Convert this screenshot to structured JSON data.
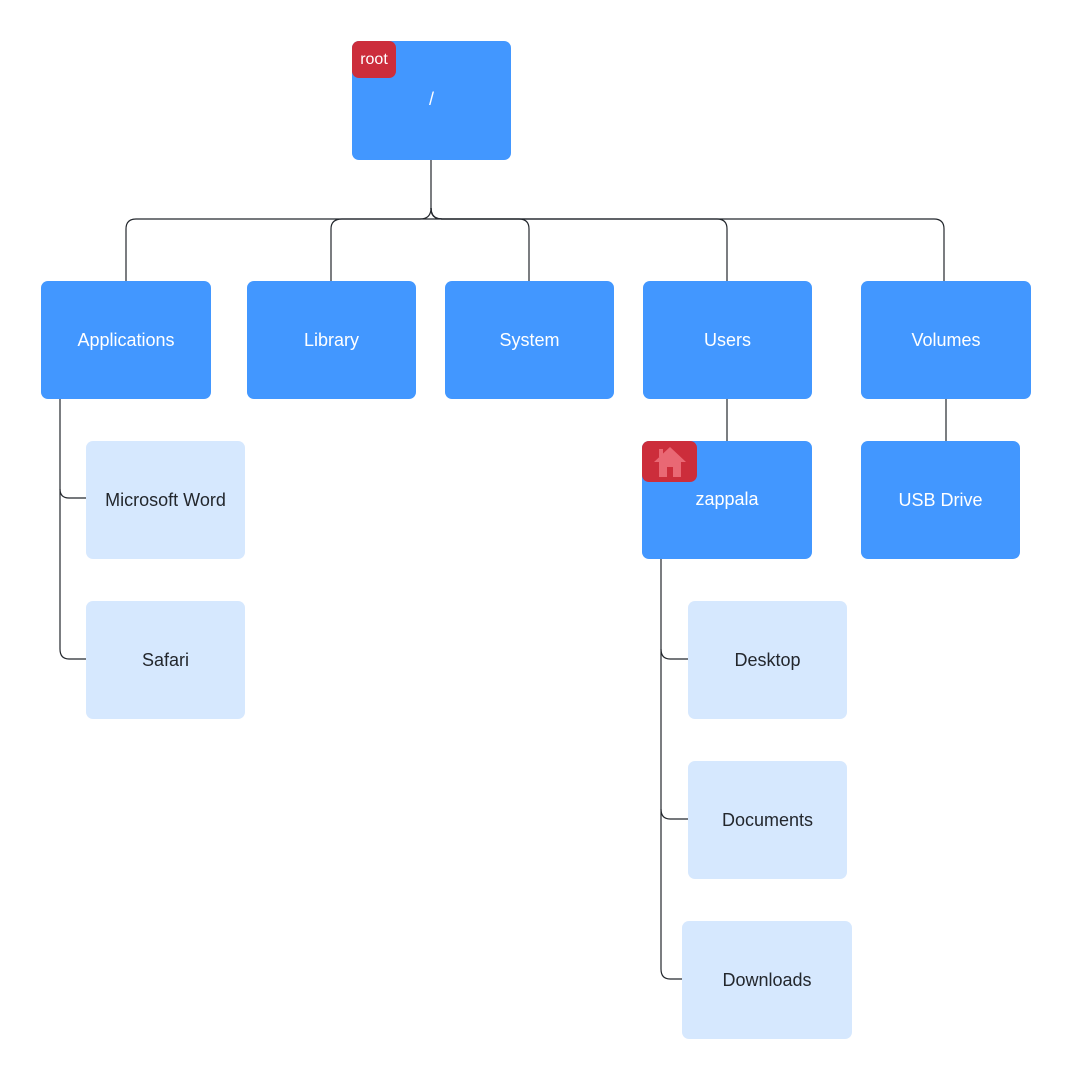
{
  "diagram": {
    "root": {
      "label": "/",
      "badge": "root",
      "badge_color": "#cc2d3b"
    },
    "level1": {
      "applications": "Applications",
      "library": "Library",
      "system": "System",
      "users": "Users",
      "volumes": "Volumes"
    },
    "applications_children": {
      "word": "Microsoft Word",
      "safari": "Safari"
    },
    "users_children": {
      "zappala": "zappala",
      "home_badge_icon": "house-icon"
    },
    "zappala_children": {
      "desktop": "Desktop",
      "documents": "Documents",
      "downloads": "Downloads"
    },
    "volumes_children": {
      "usb": "USB Drive"
    },
    "colors": {
      "folder_blue": "#4297ff",
      "item_light": "#d6e8fe",
      "badge_red": "#cc2d3b",
      "connector": "#23272d"
    }
  }
}
